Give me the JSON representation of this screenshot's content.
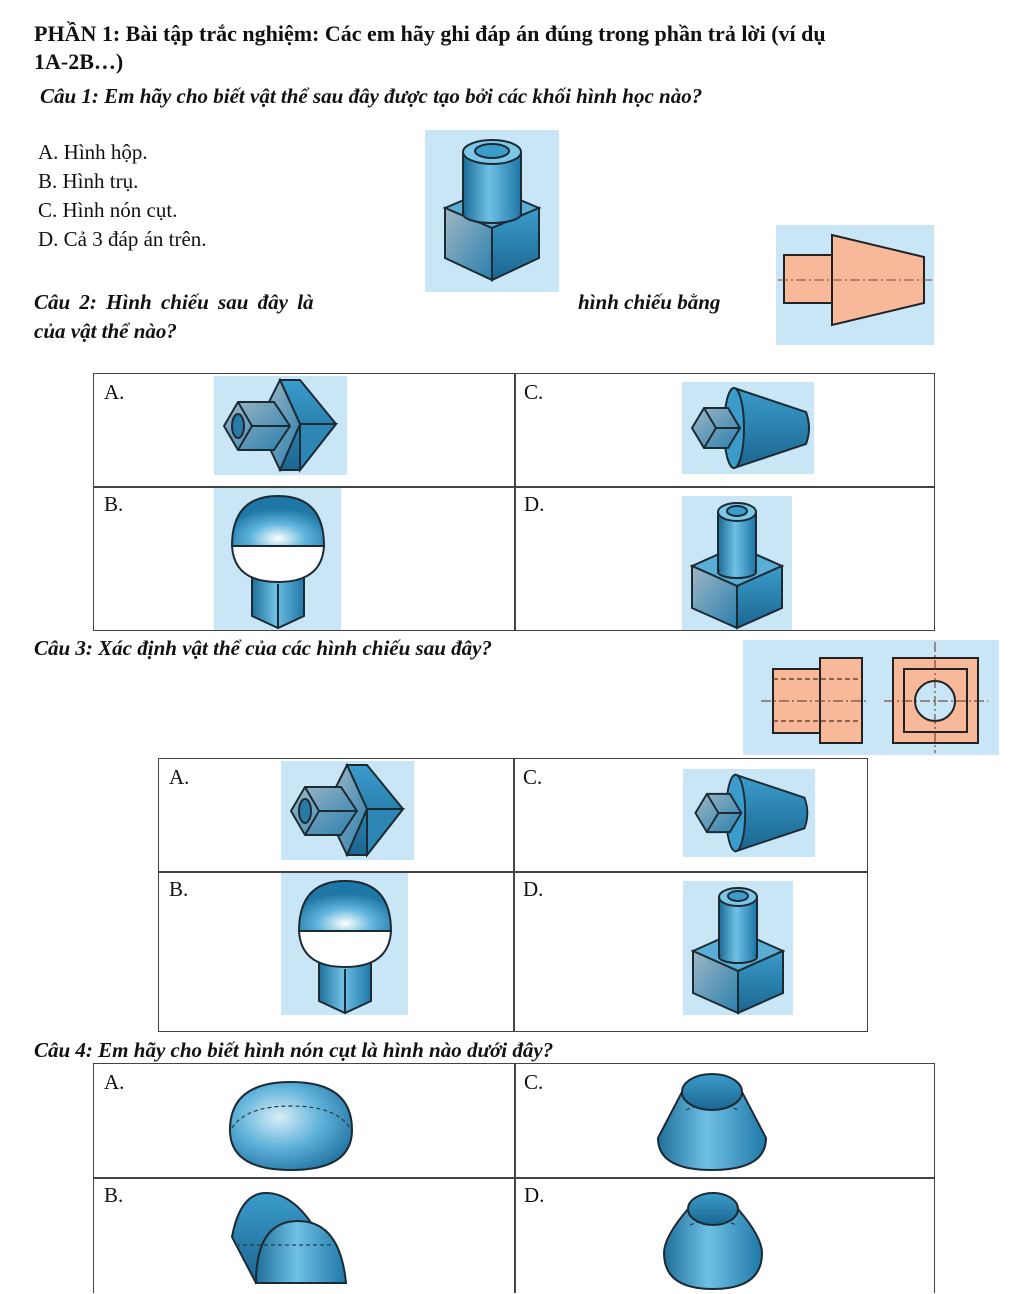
{
  "section": {
    "title_line1": "PHẦN 1:  Bài tập trắc nghiệm: Các em hãy ghi đáp án đúng trong phần trả lời (ví dụ",
    "title_line2": "1A-2B…)"
  },
  "questions": [
    {
      "id": "cau-1",
      "prompt": "Câu 1: Em hãy cho biết vật thể sau đây được tạo bởi các khối hình học nào?",
      "options": [
        {
          "key": "A",
          "text": "A. Hình hộp."
        },
        {
          "key": "B",
          "text": "B. Hình trụ."
        },
        {
          "key": "C",
          "text": "C. Hình nón cụt."
        },
        {
          "key": "D",
          "text": "D. Cả 3 đáp án trên."
        }
      ],
      "figure": "cylinder-on-box-object"
    },
    {
      "id": "cau-2",
      "prompt_part1": "Câu  2: Hình  chiếu  sau  đây  là",
      "prompt_part2": "hình chiếu bằng",
      "prompt_line2": "của vật thể nào?",
      "figure": "front-projection-prism-and-truncated-cone",
      "options": [
        {
          "key": "A",
          "label": "A.",
          "figure": "hex-prism-with-hole-on-hex-block"
        },
        {
          "key": "B",
          "label": "B.",
          "figure": "hemisphere-on-square-prism"
        },
        {
          "key": "C",
          "label": "C.",
          "figure": "square-prism-on-truncated-cone"
        },
        {
          "key": "D",
          "label": "D.",
          "figure": "hollow-cylinder-on-box"
        }
      ]
    },
    {
      "id": "cau-3",
      "prompt": "Câu 3: Xác định vật thể của các hình chiếu sau đây?",
      "figure": "two-view-projection-with-hole",
      "options": [
        {
          "key": "A",
          "label": "A.",
          "figure": "hex-prism-with-hole-on-hex-block"
        },
        {
          "key": "B",
          "label": "B.",
          "figure": "hemisphere-on-square-prism"
        },
        {
          "key": "C",
          "label": "C.",
          "figure": "square-prism-on-truncated-cone"
        },
        {
          "key": "D",
          "label": "D.",
          "figure": "hollow-cylinder-on-box"
        }
      ]
    },
    {
      "id": "cau-4",
      "prompt": "Câu 4: Em hãy cho biết hình nón cụt là hình nào dưới đây?",
      "options": [
        {
          "key": "A",
          "label": "A.",
          "figure": "egg-shaped-solid"
        },
        {
          "key": "B",
          "label": "B.",
          "figure": "half-cylinder"
        },
        {
          "key": "C",
          "label": "C.",
          "figure": "truncated-cone"
        },
        {
          "key": "D",
          "label": "D.",
          "figure": "rounded-truncated-solid"
        }
      ]
    }
  ],
  "colors": {
    "figure_background": "#c9e6f7",
    "solid_blue": "#2a8ab8",
    "projection_fill": "#f7b99a",
    "outline": "#1c2a33"
  }
}
